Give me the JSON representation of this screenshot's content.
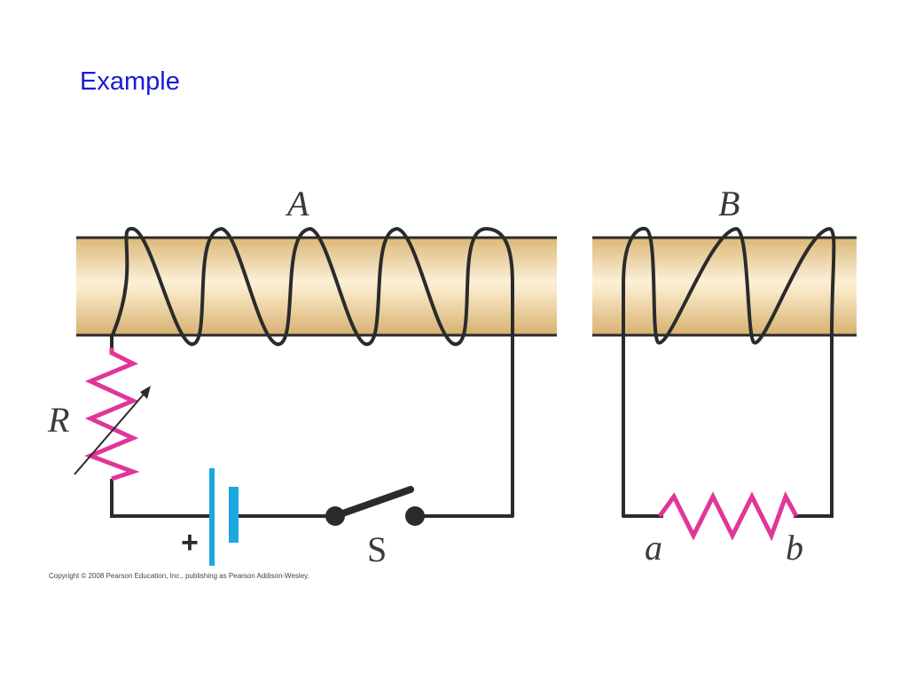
{
  "slide": {
    "title": "Example"
  },
  "diagram": {
    "labels": {
      "coil_a": "A",
      "coil_b": "B",
      "resistor_r": "R",
      "switch_s": "S",
      "terminal_a": "a",
      "terminal_b": "b",
      "battery_plus": "+"
    },
    "copyright": "Copyright © 2008 Pearson Education, Inc., publishing as Pearson Addison-Wesley.",
    "colors": {
      "rod": "#ecd2a0",
      "wire": "#2b2b2b",
      "resistor": "#e0369a",
      "battery": "#1ba8e0",
      "title": "#1a1ad6"
    }
  }
}
